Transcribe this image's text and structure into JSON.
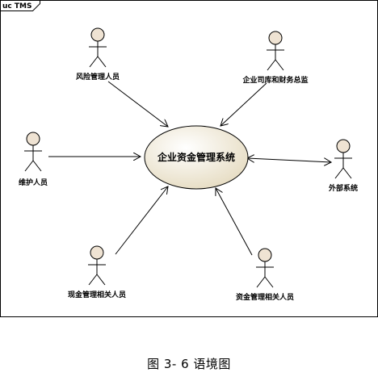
{
  "frame": {
    "label": "uc TMS"
  },
  "system": {
    "label": "企业资金管理系统"
  },
  "actors": [
    {
      "id": "risk",
      "label": "风险管理人员"
    },
    {
      "id": "cfo",
      "label": "企业司库和财务总监"
    },
    {
      "id": "maint",
      "label": "维护人员"
    },
    {
      "id": "ext",
      "label": "外部系统"
    },
    {
      "id": "cash",
      "label": "现金管理相关人员"
    },
    {
      "id": "fund",
      "label": "资金管理相关人员"
    }
  ],
  "caption": "图 3- 6 语境图",
  "colors": {
    "usecase_fill_start": "#ffffff",
    "usecase_fill_end": "#e9e0c8",
    "actor_head": "#efe3d3",
    "line": "#000000"
  }
}
